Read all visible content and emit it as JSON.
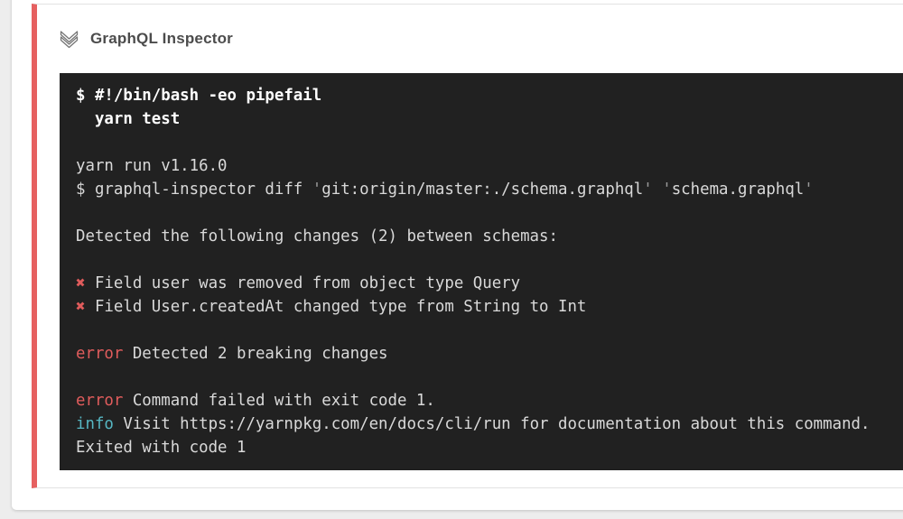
{
  "step": {
    "title": "GraphQL Inspector",
    "status": "failed",
    "accent_color": "#e66060",
    "chevron_icon": "chevron-double-down"
  },
  "terminal": {
    "background": "#212121",
    "text_color": "#d9d9d9",
    "bold_color": "#ffffff",
    "error_color": "#e05c5c",
    "info_color": "#56b6c2",
    "lines": [
      [
        {
          "s": "bold",
          "t": "$ #!/bin/bash -eo pipefail"
        }
      ],
      [
        {
          "s": "bold",
          "t": "  yarn test"
        }
      ],
      [],
      [
        {
          "s": "plain",
          "t": "yarn run v1.16.0"
        }
      ],
      [
        {
          "s": "plain",
          "t": "$ graphql-inspector diff "
        },
        {
          "s": "dim",
          "t": "'"
        },
        {
          "s": "plain",
          "t": "git:origin/master:./schema.graphql"
        },
        {
          "s": "dim",
          "t": "'"
        },
        {
          "s": "plain",
          "t": " "
        },
        {
          "s": "dim",
          "t": "'"
        },
        {
          "s": "plain",
          "t": "schema.graphql"
        },
        {
          "s": "dim",
          "t": "'"
        }
      ],
      [],
      [
        {
          "s": "plain",
          "t": "Detected the following changes (2) between schemas:"
        }
      ],
      [],
      [
        {
          "s": "error",
          "t": "✖"
        },
        {
          "s": "plain",
          "t": " Field user was removed from object type Query"
        }
      ],
      [
        {
          "s": "error",
          "t": "✖"
        },
        {
          "s": "plain",
          "t": " Field User.createdAt changed type from String to Int"
        }
      ],
      [],
      [
        {
          "s": "error",
          "t": "error"
        },
        {
          "s": "plain",
          "t": " Detected 2 breaking changes"
        }
      ],
      [],
      [
        {
          "s": "error",
          "t": "error"
        },
        {
          "s": "plain",
          "t": " Command failed with exit code 1."
        }
      ],
      [
        {
          "s": "info",
          "t": "info"
        },
        {
          "s": "plain",
          "t": " Visit https://yarnpkg.com/en/docs/cli/run for documentation about this command."
        }
      ],
      [
        {
          "s": "plain",
          "t": "Exited with code 1"
        }
      ]
    ]
  }
}
